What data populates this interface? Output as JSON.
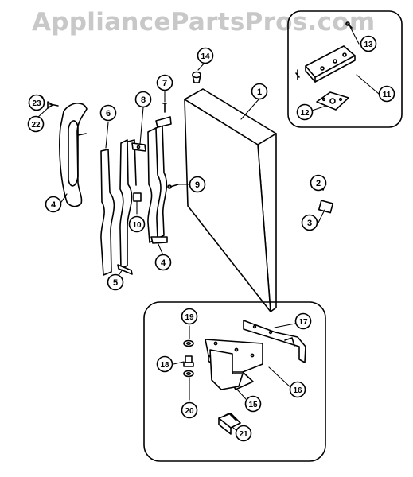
{
  "watermark": "AppliancePartsPros.com",
  "callouts": [
    "1",
    "2",
    "3",
    "4",
    "4",
    "5",
    "6",
    "7",
    "8",
    "9",
    "10",
    "11",
    "12",
    "13",
    "14",
    "15",
    "16",
    "17",
    "18",
    "19",
    "20",
    "21",
    "22",
    "23"
  ],
  "colors": {
    "line": "#000000",
    "paper": "#ffffff",
    "watermark": "#c8c8c8"
  }
}
